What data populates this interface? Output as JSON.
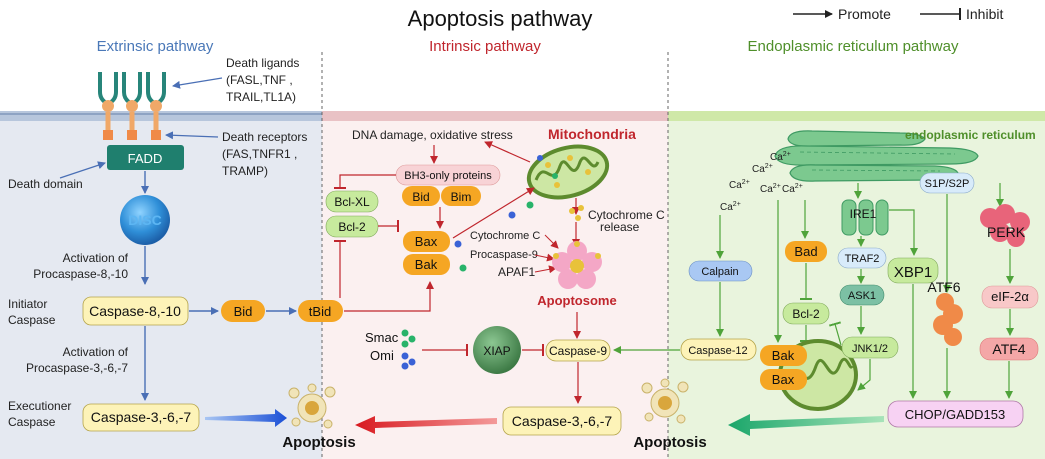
{
  "title": "Apoptosis pathway",
  "legend": {
    "promote": "Promote",
    "inhibit": "Inhibit"
  },
  "headers": {
    "extrinsic": "Extrinsic pathway",
    "intrinsic": "Intrinsic pathway",
    "er": "Endoplasmic reticulum pathway"
  },
  "extrinsic": {
    "death_ligands": "Death ligands",
    "ligands_list_1": "(FASL,TNF ,",
    "ligands_list_2": "TRAIL,TL1A)",
    "death_receptors": "Death receptors",
    "receptors_list_1": "(FAS,TNFR1 ,",
    "receptors_list_2": "TRAMP)",
    "fadd": "FADD",
    "death_domain": "Death domain",
    "disc": "DISC",
    "activation_8_line1": "Activation of",
    "activation_8_line2": "Procaspase-8,-10",
    "initiator_line1": "Initiator",
    "initiator_line2": "Caspase",
    "caspase_8_10": "Caspase-8,-10",
    "activation_3_line1": "Activation of",
    "activation_3_line2": "Procaspase-3,-6,-7",
    "executioner_line1": "Executioner",
    "executioner_line2": "Caspase",
    "caspase_3_6_7": "Caspase-3,-6,-7",
    "apoptosis": "Apoptosis"
  },
  "intrinsic": {
    "dna_damage": "DNA damage, oxidative stress",
    "mitochondria": "Mitochondria",
    "bh3_only": "BH3-only proteins",
    "bid": "Bid",
    "bim": "Bim",
    "bcl_xl": "Bcl-XL",
    "bcl_2": "Bcl-2",
    "bax": "Bax",
    "bak": "Bak",
    "cyto_c_release_1": "Cytochrome C",
    "cyto_c_release_2": "release",
    "cytochrome_c": "Cytochrome C",
    "procaspase_9": "Procaspase-9",
    "apaf1": "APAF1",
    "apoptosome": "Apoptosome",
    "bid_tbid_source": "Bid",
    "tbid": "tBid",
    "smac": "Smac",
    "omi": "Omi",
    "xiap": "XIAP",
    "caspase_9": "Caspase-9",
    "caspase_3_6_7": "Caspase-3,-6,-7",
    "apoptosis": "Apoptosis"
  },
  "er": {
    "endoplasmic_reticulum": "endoplasmic reticulum",
    "ca": "Ca",
    "ca_sup": "2+",
    "calpain": "Calpain",
    "caspase_12": "Caspase-12",
    "bad": "Bad",
    "bcl_2": "Bcl-2",
    "bak": "Bak",
    "bax": "Bax",
    "ire1": "IRE1",
    "traf2": "TRAF2",
    "ask1": "ASK1",
    "jnk": "JNK1/2",
    "xbp1": "XBP1",
    "s1p_s2p": "S1P/S2P",
    "atf6": "ATF6",
    "perk": "PERK",
    "eif2a": "eIF-2α",
    "atf4": "ATF4",
    "chop": "CHOP/GADD153",
    "apoptosis": "Apoptosis"
  },
  "colors": {
    "promote_blue": "#4a6fb5",
    "promote_red": "#c0262d",
    "promote_green": "#4fa33a",
    "orange_box": "#f5a623",
    "yellow_box": "#fdf3b8",
    "green_box": "#c7ea9d",
    "extrinsic_bg": "#e5e9f1",
    "intrinsic_bg": "#fbeeee",
    "er_bg": "#e8f4dc"
  }
}
